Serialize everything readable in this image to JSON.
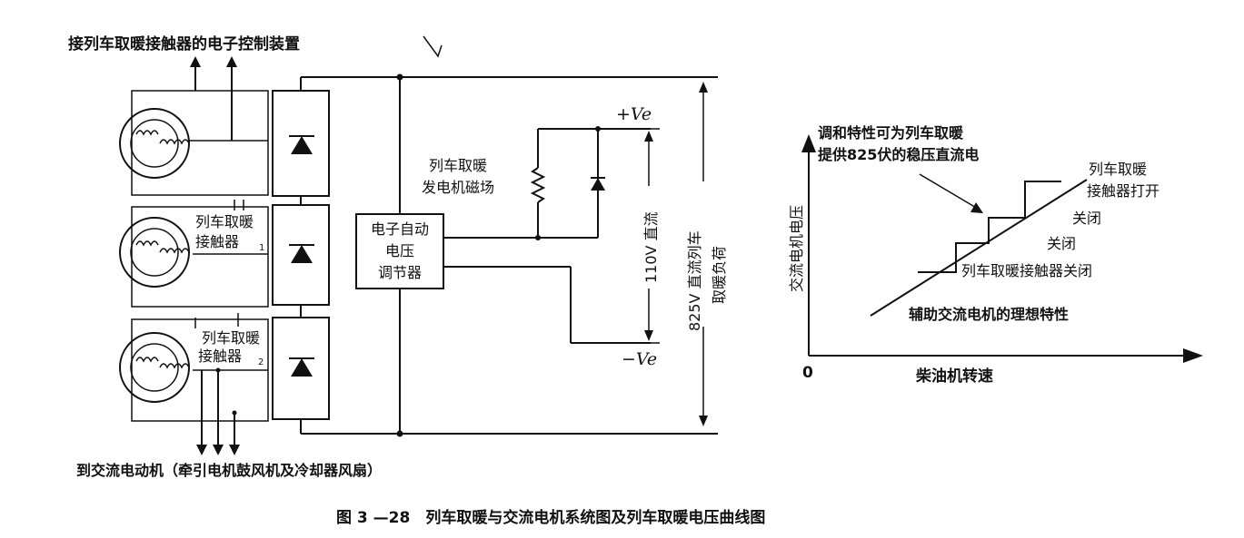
{
  "labels": {
    "top_control": "接列车取暖接触器的电子控制装置",
    "contactor_1_line1": "列车取暖",
    "contactor_1_line2": "接触器",
    "contactor_1_index": "1",
    "contactor_2_line1": "列车取暖",
    "contactor_2_line2": "接触器",
    "contactor_2_index": "2",
    "regulator_line1": "电子自动",
    "regulator_line2": "电压",
    "regulator_line3": "调节器",
    "field_line1": "列车取暖",
    "field_line2": "发电机磁场",
    "plus_ve": "+Ve",
    "minus_ve": "−Ve",
    "dc_110": "110V 直流",
    "load_825_line1": "825V 直流列车",
    "load_825_line2": "取暖负荷",
    "bottom_motor": "到交流电动机（牵引电机鼓风机及冷却器风扇）",
    "caption": "图 3 —28　列车取暖与交流电机系统图及列车取暖电压曲线图"
  },
  "graph": {
    "y_label": "交流电机电压",
    "x_label": "柴油机转速",
    "origin": "0",
    "annot_regulate_line1": "调和特性可为列车取暖",
    "annot_regulate_line2": "提供825伏的稳压直流电",
    "annot_open_line1": "列车取暖",
    "annot_open_line2": "接触器打开",
    "annot_close_1": "关闭",
    "annot_close_2": "关闭",
    "annot_closed": "列车取暖接触器关闭",
    "annot_ideal": "辅助交流电机的理想特性"
  }
}
